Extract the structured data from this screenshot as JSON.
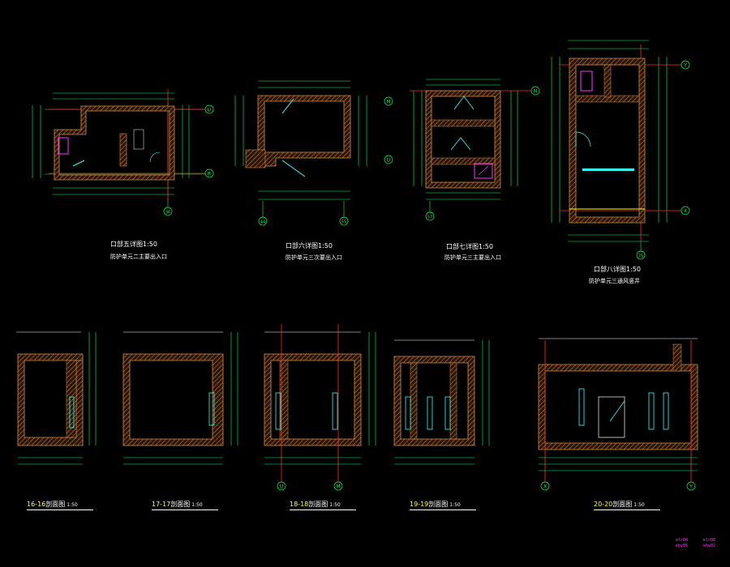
{
  "plans": [
    {
      "title": "口部五详图",
      "scale": "1:50",
      "subtitle": "防护单元二主要出入口",
      "grid": [
        "U",
        "R",
        "36"
      ]
    },
    {
      "title": "口部六详图",
      "scale": "1:50",
      "subtitle": "防护单元三次要出入口",
      "grid": [
        "M",
        "U",
        "44",
        "55"
      ]
    },
    {
      "title": "口部七详图",
      "scale": "1:50",
      "subtitle": "防护单元三主要出入口",
      "grid": [
        "N",
        "57"
      ]
    },
    {
      "title": "口部八详图",
      "scale": "1:50",
      "subtitle": "防护单元三通风竖井",
      "grid": [
        "Y",
        "X",
        "75"
      ]
    }
  ],
  "sections": [
    {
      "label": "16-16",
      "suffix": "剖面图",
      "scale": "1:50",
      "grid": []
    },
    {
      "label": "17-17",
      "suffix": "剖面图",
      "scale": "1:50",
      "grid": []
    },
    {
      "label": "18-18",
      "suffix": "剖面图",
      "scale": "1:50",
      "grid": [
        "U",
        "M"
      ]
    },
    {
      "label": "19-19",
      "suffix": "剖面图",
      "scale": "1:50",
      "grid": []
    },
    {
      "label": "20-20",
      "suffix": "剖面图",
      "scale": "1:50",
      "grid": [
        "X",
        "Y"
      ]
    }
  ],
  "legend": [
    "elc04",
    "ehv05",
    "elc08",
    "ehv02"
  ],
  "colors": {
    "background": "#000000",
    "wall": "#d88a4a",
    "hatch": "#ffaa66",
    "dimension": "#00ff66",
    "axis": "#ff2b2b",
    "text": "#ffffff",
    "caption_number": "#ffff55",
    "equipment_pink": "#ff33ff",
    "door_cyan": "#33ffff",
    "accent_yellow": "#ffff00"
  }
}
